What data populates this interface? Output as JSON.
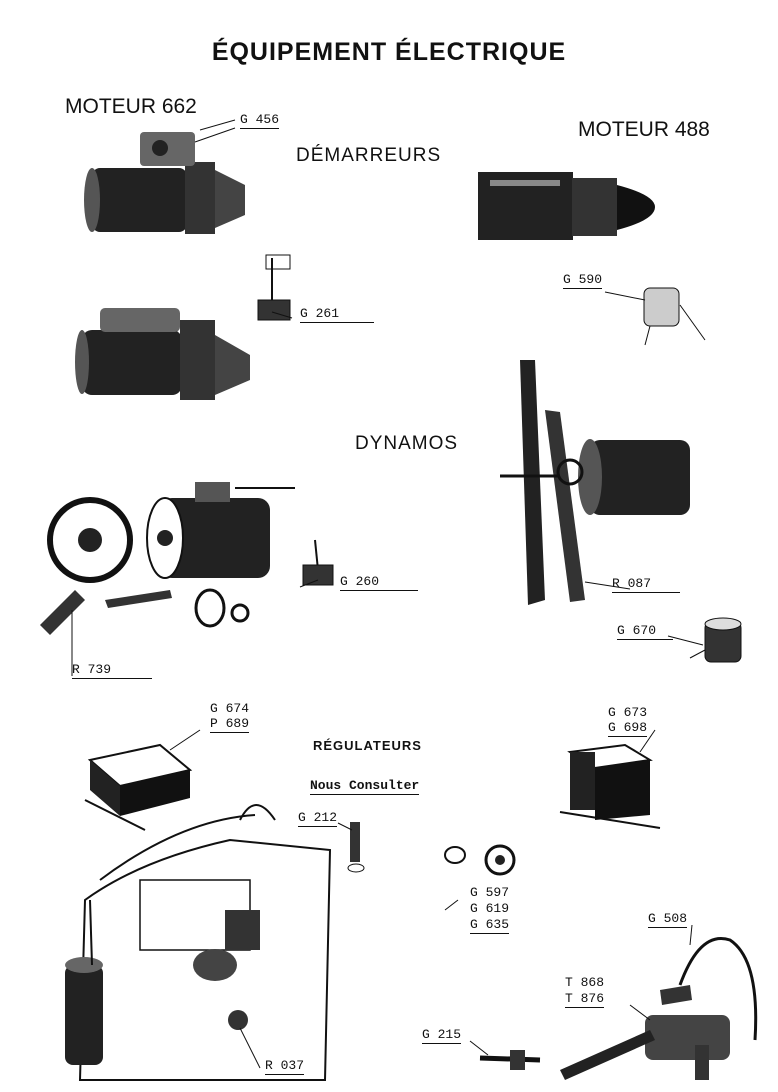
{
  "title": "ÉQUIPEMENT ÉLECTRIQUE",
  "engines": {
    "left": "MOTEUR 662",
    "right": "MOTEUR 488"
  },
  "sections": {
    "starters": "DÉMARREURS",
    "dynamos": "DYNAMOS",
    "regulators": "RÉGULATEURS",
    "regulators_note": "Nous Consulter"
  },
  "refs": {
    "g456": "G 456",
    "g261": "G 261",
    "g590": "G 590",
    "g260": "G 260",
    "r087": "R 087",
    "g670": "G 670",
    "r739": "R 739",
    "g674": "G 674",
    "p689": "P 689",
    "g673": "G 673",
    "g698": "G 698",
    "g212": "G 212",
    "g597": "G 597",
    "g619": "G 619",
    "g635": "G 635",
    "g508": "G 508",
    "t868": "T 868",
    "t876": "T 876",
    "g215": "G 215",
    "r037": "R 037"
  }
}
